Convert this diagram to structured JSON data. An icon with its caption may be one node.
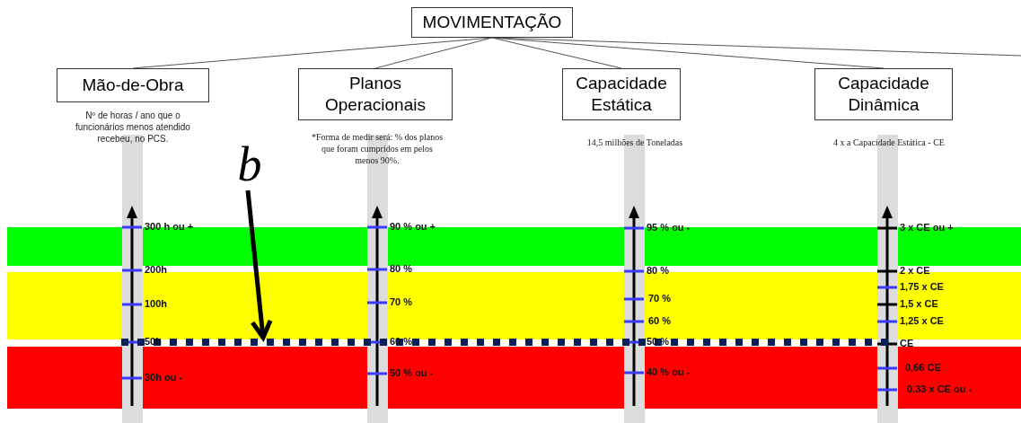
{
  "diagram": {
    "nodes": [
      {
        "text": [
          "MOVIMENTAÇÃO"
        ]
      },
      {
        "text": [
          "Mão-de-Obra"
        ],
        "beside": [
          "Nº de horas / ano que o funcionários menos atendido recebeu, no PCS."
        ]
      },
      {
        "text": [
          "Planos Operacionais"
        ],
        "beside": [
          "*Forma de medir será: % dos planos que foram cumpridos em pelos menos 90%."
        ]
      },
      {
        "text": [
          "Capacidade Estática"
        ],
        "beside": [
          "14,5 milhões de Toneladas"
        ]
      },
      {
        "text": [
          "Capacidade Dinâmica"
        ],
        "beside": [
          "4 x a Capacidade Estática - CE"
        ]
      },
      {
        "text": [
          "b"
        ]
      },
      {
        "text": [],
        "shape": "line"
      }
    ],
    "edges": [
      {
        "from": 0,
        "to": 1,
        "arrow": "none"
      },
      {
        "from": 0,
        "to": 2,
        "arrow": "none"
      },
      {
        "from": 0,
        "to": 3,
        "arrow": "none"
      },
      {
        "from": 0,
        "to": 4,
        "arrow": "none"
      },
      {
        "from": 0,
        "to": null,
        "arrow": "none"
      },
      {
        "from": 5,
        "to": 6,
        "arrow": "to",
        "style": "thick"
      }
    ],
    "labels": [
      "300 h ou +",
      "200h",
      "100h",
      "50h",
      "30h ou -",
      "90 % ou +",
      "80 %",
      "70 %",
      "60 %",
      "50 % ou -",
      "95 % ou -",
      "80 %",
      "70 %",
      "60 %",
      "50 %",
      "40 % ou -",
      "3 x CE ou +",
      "2 x CE",
      "1,75 x CE",
      "1,5 x CE",
      "1,25 x CE",
      "CE",
      "0,66 CE",
      "0,33 x CE ou -"
    ]
  }
}
